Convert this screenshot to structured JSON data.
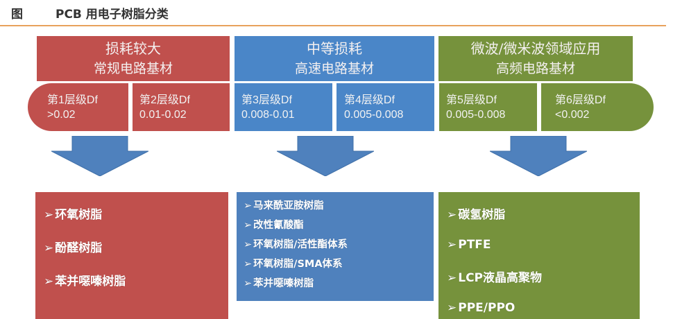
{
  "header": {
    "figure_label": "图",
    "title": "PCB 用电子树脂分类",
    "rule_color": "#e8a15c"
  },
  "columns": [
    {
      "color": "#c0504d",
      "heading_line1": "损耗较大",
      "heading_line2": "常规电路基材",
      "tiers": [
        {
          "label": "第1层级Df",
          "value": ">0.02"
        },
        {
          "label": "第2层级Df",
          "value": "0.01-0.02"
        }
      ],
      "materials": [
        "环氧树脂",
        "酚醛树脂",
        "苯并噁嗪树脂"
      ]
    },
    {
      "color": "#4a86c8",
      "heading_line1": "中等损耗",
      "heading_line2": "高速电路基材",
      "tiers": [
        {
          "label": "第3层级Df",
          "value": "0.008-0.01"
        },
        {
          "label": "第4层级Df",
          "value": "0.005-0.008"
        }
      ],
      "materials": [
        "马来酰亚胺树脂",
        "改性氰酸酯",
        "环氧树脂/活性酯体系",
        "环氧树脂/SMA体系",
        "苯并噁嗪树脂"
      ]
    },
    {
      "color": "#76923c",
      "heading_line1": "微波/微米波领域应用",
      "heading_line2": "高频电路基材",
      "tiers": [
        {
          "label": "第5层级Df",
          "value": "0.005-0.008"
        },
        {
          "label": "第6层级Df",
          "value": "<0.002"
        }
      ],
      "materials": [
        "碳氢树脂",
        "PTFE",
        "LCP液晶高聚物",
        "PPE/PPO"
      ]
    }
  ],
  "bullet_marker": "➢",
  "arrow_color": "#4f81bd",
  "arrow_icon": "down-arrow-icon"
}
